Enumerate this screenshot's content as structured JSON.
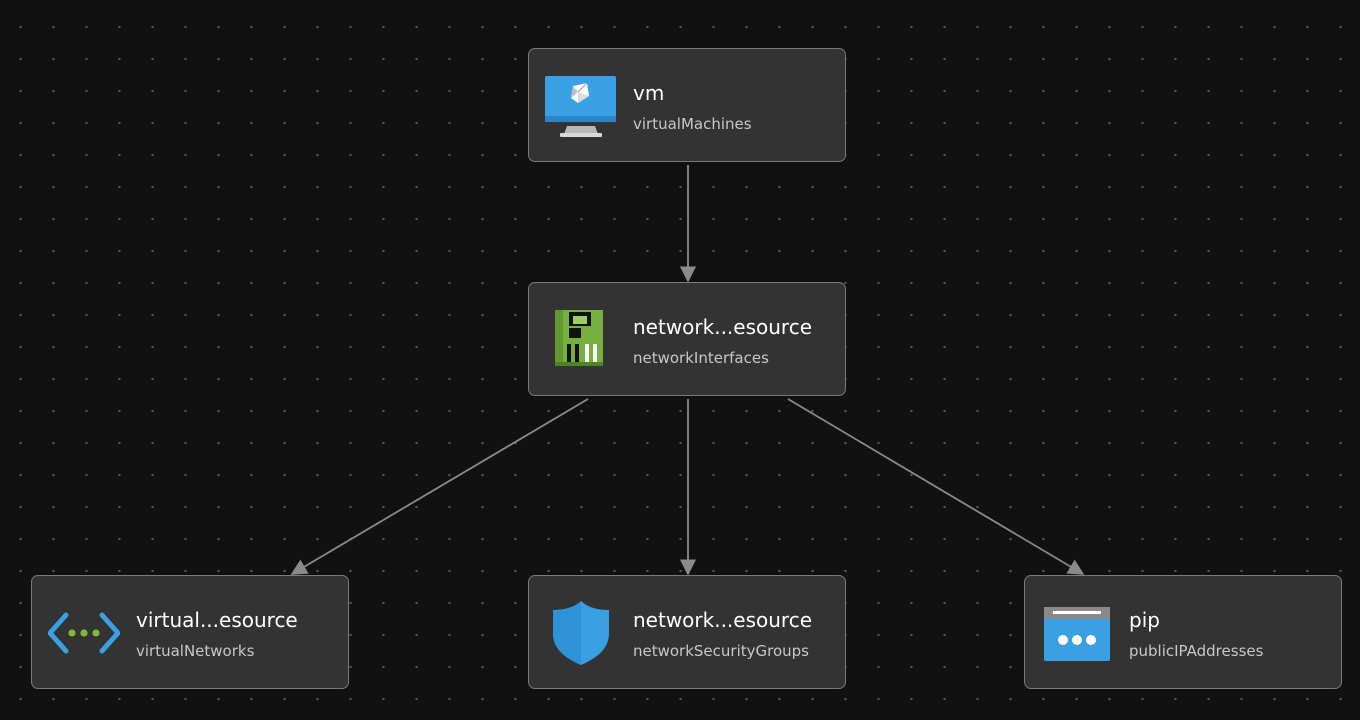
{
  "nodes": {
    "vm": {
      "name": "vm",
      "type": "virtualMachines",
      "icon": "virtual-machine-icon"
    },
    "nic": {
      "name": "network...esource",
      "type": "networkInterfaces",
      "icon": "network-interface-icon"
    },
    "vnet": {
      "name": "virtual...esource",
      "type": "virtualNetworks",
      "icon": "virtual-network-icon"
    },
    "nsg": {
      "name": "network...esource",
      "type": "networkSecurityGroups",
      "icon": "network-security-group-icon"
    },
    "pip": {
      "name": "pip",
      "type": "publicIPAddresses",
      "icon": "public-ip-address-icon"
    }
  },
  "edges": [
    {
      "from": "vm",
      "to": "nic"
    },
    {
      "from": "nic",
      "to": "vnet"
    },
    {
      "from": "nic",
      "to": "nsg"
    },
    {
      "from": "nic",
      "to": "pip"
    }
  ],
  "colors": {
    "background": "#111111",
    "node_fill": "#333333",
    "node_border": "#7a7a7a",
    "edge": "#8a8a8a",
    "azure_blue": "#3aa0e4",
    "nic_green": "#76b041"
  }
}
